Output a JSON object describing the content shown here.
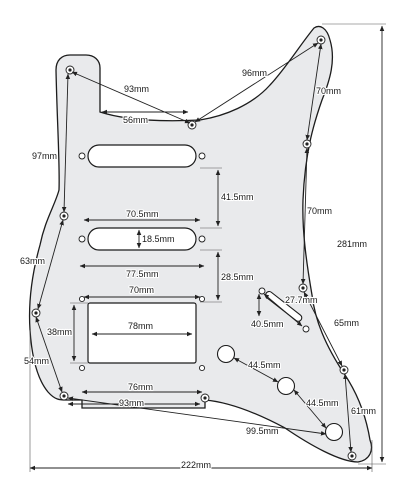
{
  "colors": {
    "background": "#ffffff",
    "plate_fill": "#e9eaec",
    "plate_edge": "#1c1c1c",
    "cutout_fill": "#ffffff",
    "dimension_line": "#222222"
  },
  "labels": {
    "d93_top": "93mm",
    "d96": "96mm",
    "d56": "56mm",
    "d70_right_top": "70mm",
    "d97": "97mm",
    "d41_5": "41.5mm",
    "d70_right_mid": "70mm",
    "d70_5": "70.5mm",
    "d18_5": "18.5mm",
    "d281": "281mm",
    "d63": "63mm",
    "d77_5": "77.5mm",
    "d28_5": "28.5mm",
    "d70_hum": "70mm",
    "d27_7": "27.7mm",
    "d38": "38mm",
    "d78": "78mm",
    "d40_5": "40.5mm",
    "d65": "65mm",
    "d54": "54mm",
    "d44_5_a": "44.5mm",
    "d44_5_b": "44.5mm",
    "d76": "76mm",
    "d93_bottom": "93mm",
    "d61": "61mm",
    "d99_5": "99.5mm",
    "d222": "222mm"
  }
}
